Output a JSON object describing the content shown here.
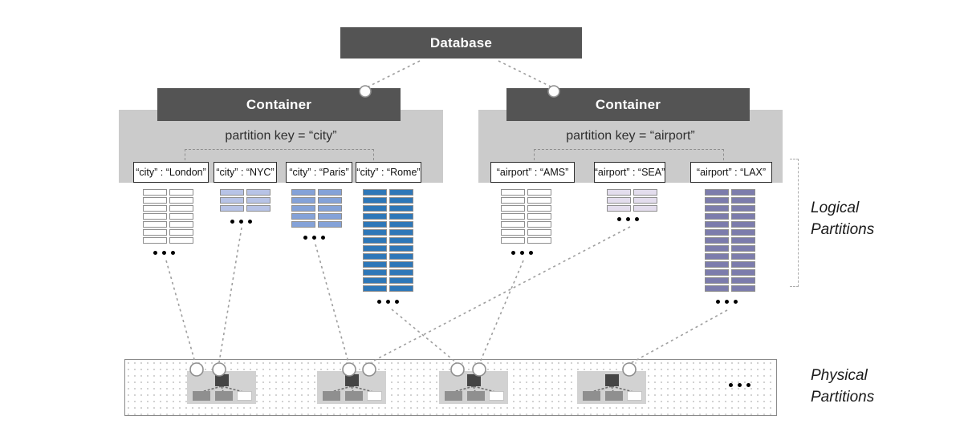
{
  "database": {
    "label": "Database"
  },
  "containers": [
    {
      "label": "Container",
      "partition_key": "partition key = “city”",
      "logical_partitions": [
        {
          "key": "“city” : “London”",
          "doc_rows": 7,
          "doc_cols": 2,
          "doc_fill": "#ffffff",
          "doc_border": "#8e8e8e"
        },
        {
          "key": "“city” : “NYC”",
          "doc_rows": 3,
          "doc_cols": 2,
          "doc_fill": "#b7c3e6",
          "doc_border": "#8e8e8e"
        },
        {
          "key": "“city” : “Paris”",
          "doc_rows": 5,
          "doc_cols": 2,
          "doc_fill": "#84a2d8",
          "doc_border": "#8e8e8e"
        },
        {
          "key": "“city” : “Rome”",
          "doc_rows": 13,
          "doc_cols": 2,
          "doc_fill": "#2e77b8",
          "doc_border": "#8e8e8e"
        }
      ]
    },
    {
      "label": "Container",
      "partition_key": "partition key = “airport”",
      "logical_partitions": [
        {
          "key": "“airport” : “AMS”",
          "doc_rows": 7,
          "doc_cols": 2,
          "doc_fill": "#ffffff",
          "doc_border": "#8e8e8e"
        },
        {
          "key": "“airport” : “SEA”",
          "doc_rows": 3,
          "doc_cols": 2,
          "doc_fill": "#e3dded",
          "doc_border": "#8e8e8e"
        },
        {
          "key": "“airport” : “LAX”",
          "doc_rows": 13,
          "doc_cols": 2,
          "doc_fill": "#7c7cac",
          "doc_border": "#8e8e8e"
        }
      ]
    }
  ],
  "side_labels": {
    "logical": "Logical Partitions",
    "physical": "Physical Partitions"
  },
  "physical_partitions": {
    "count": 4
  },
  "icons": {
    "more_docs": "ellipsis-dots",
    "physical_node": "node-tree-icon",
    "attach_point": "circle-connector"
  },
  "colors": {
    "box_dark": "#545454",
    "band_gray": "#cbcbcb",
    "pp_box_gray": "#d2d2d2",
    "connector_gray": "#9e9e9e",
    "doc_blue_light": "#b7c3e6",
    "doc_blue_mid": "#84a2d8",
    "doc_blue_dark": "#2e77b8",
    "doc_purple_light": "#e3dded",
    "doc_purple_dark": "#7c7cac"
  }
}
